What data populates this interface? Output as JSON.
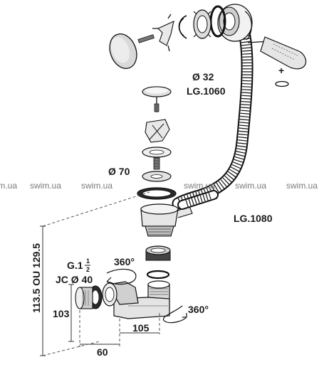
{
  "labels": {
    "diameter_32": "Ø 32",
    "length_1060": "LG.1060",
    "plus": "+",
    "diameter_70": "Ø 70",
    "length_1080": "LG.1080",
    "rotation_upper": "360°",
    "rotation_lower": "360°",
    "thread_spec": "G.1",
    "thread_fraction_num": "1",
    "thread_fraction_den": "2",
    "jc_diameter_40": "JC Ø 40",
    "height_range": "113.5 OU 129.5",
    "dim_103": "103",
    "dim_105": "105",
    "dim_60": "60"
  },
  "watermark": {
    "text": "swim.ua",
    "repeat": 6,
    "color": "#7a7a7a"
  },
  "colors": {
    "line": "#111111",
    "fill_light": "#e8e8e8",
    "fill_mid": "#bdbdbd",
    "fill_dark": "#3a3a3a"
  }
}
